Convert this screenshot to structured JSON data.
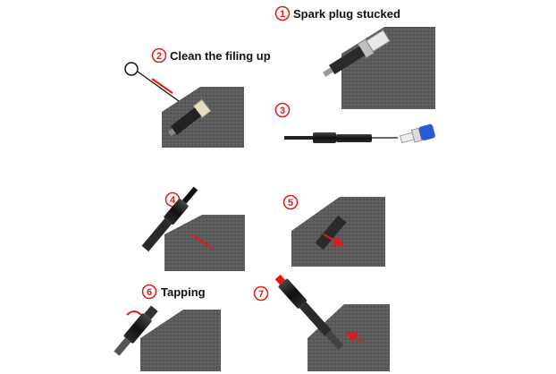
{
  "steps": [
    {
      "number": "1",
      "label": "Spark plug stucked"
    },
    {
      "number": "2",
      "label": "Clean the filing up"
    },
    {
      "number": "3",
      "label": ""
    },
    {
      "number": "4",
      "label": ""
    },
    {
      "number": "5",
      "label": ""
    },
    {
      "number": "6",
      "label": "Tapping"
    },
    {
      "number": "7",
      "label": ""
    }
  ],
  "colors": {
    "accent": "#e11b1b",
    "metal_block": "#5a5a5a",
    "tool_dark": "#1f1f1f",
    "cap_blue": "#2a5bd7",
    "insulator": "#e6dcc0"
  }
}
